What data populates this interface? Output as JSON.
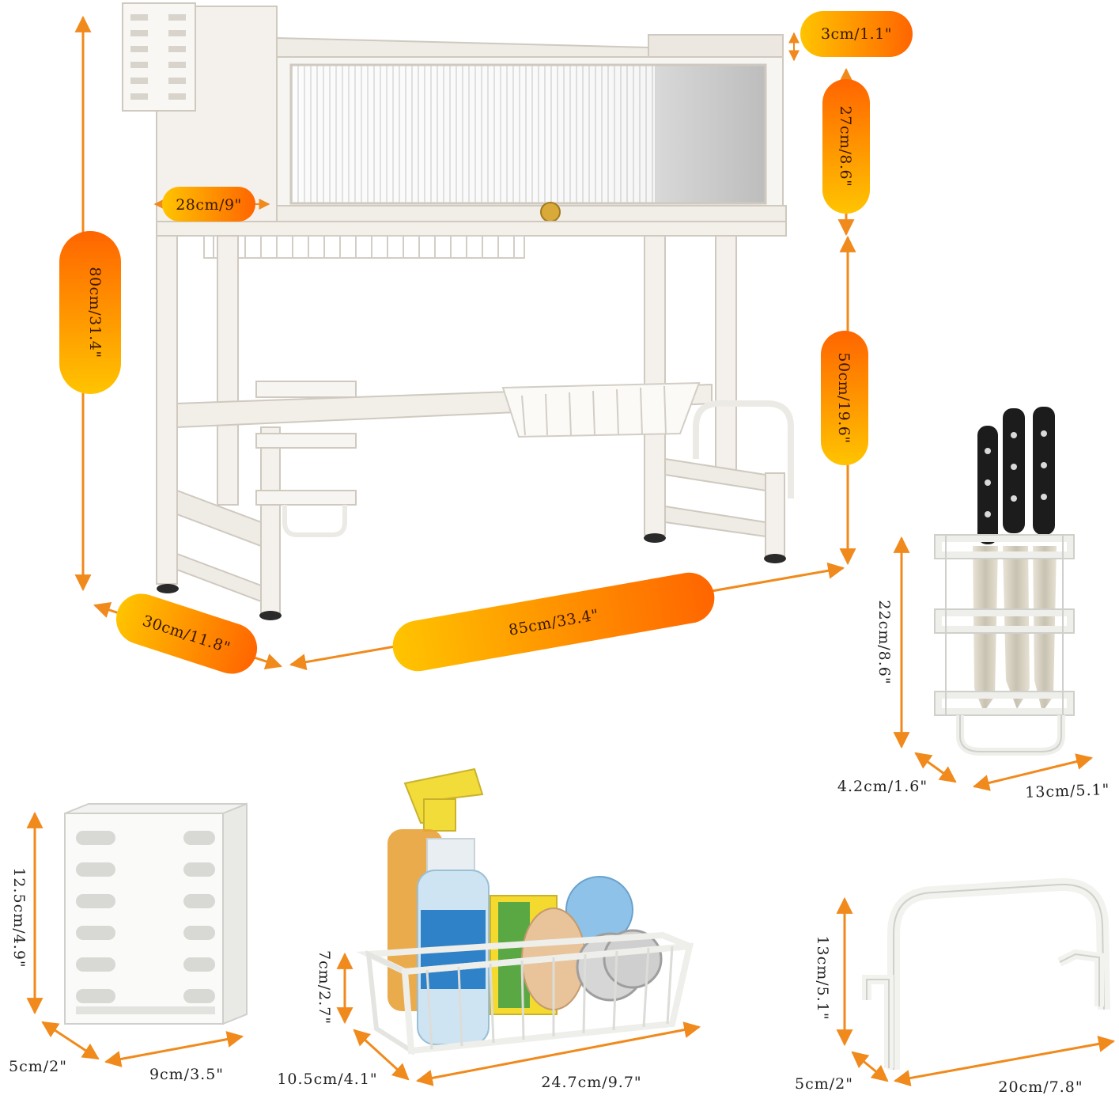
{
  "colors": {
    "accent_orange": "#ff6a00",
    "accent_yellow": "#ffc200",
    "arrow": "#f08a1c",
    "rack_white": "#f7f5f1",
    "rack_edge": "#c9c4bb",
    "knife_black": "#1c1c1c",
    "knob_gold": "#d9a93a"
  },
  "main_rack": {
    "height_total": "80cm/31.4\"",
    "top_gap": "3cm/1.1\"",
    "cabinet_height": "27cm/8.6\"",
    "inner_width": "28cm/9\"",
    "lower_height": "50cm/19.6\"",
    "depth": "30cm/11.8\"",
    "length": "85cm/33.4\""
  },
  "knife_holder": {
    "height": "22cm/8.6\"",
    "depth": "4.2cm/1.6\"",
    "width": "13cm/5.1\""
  },
  "utensil_holder": {
    "height": "12.5cm/4.9\"",
    "depth": "5cm/2\"",
    "width": "9cm/3.5\""
  },
  "sponge_basket": {
    "height": "7cm/2.7\"",
    "depth": "10.5cm/4.1\"",
    "width": "24.7cm/9.7\""
  },
  "towel_bar": {
    "height": "13cm/5.1\"",
    "depth": "5cm/2\"",
    "width": "20cm/7.8\""
  }
}
